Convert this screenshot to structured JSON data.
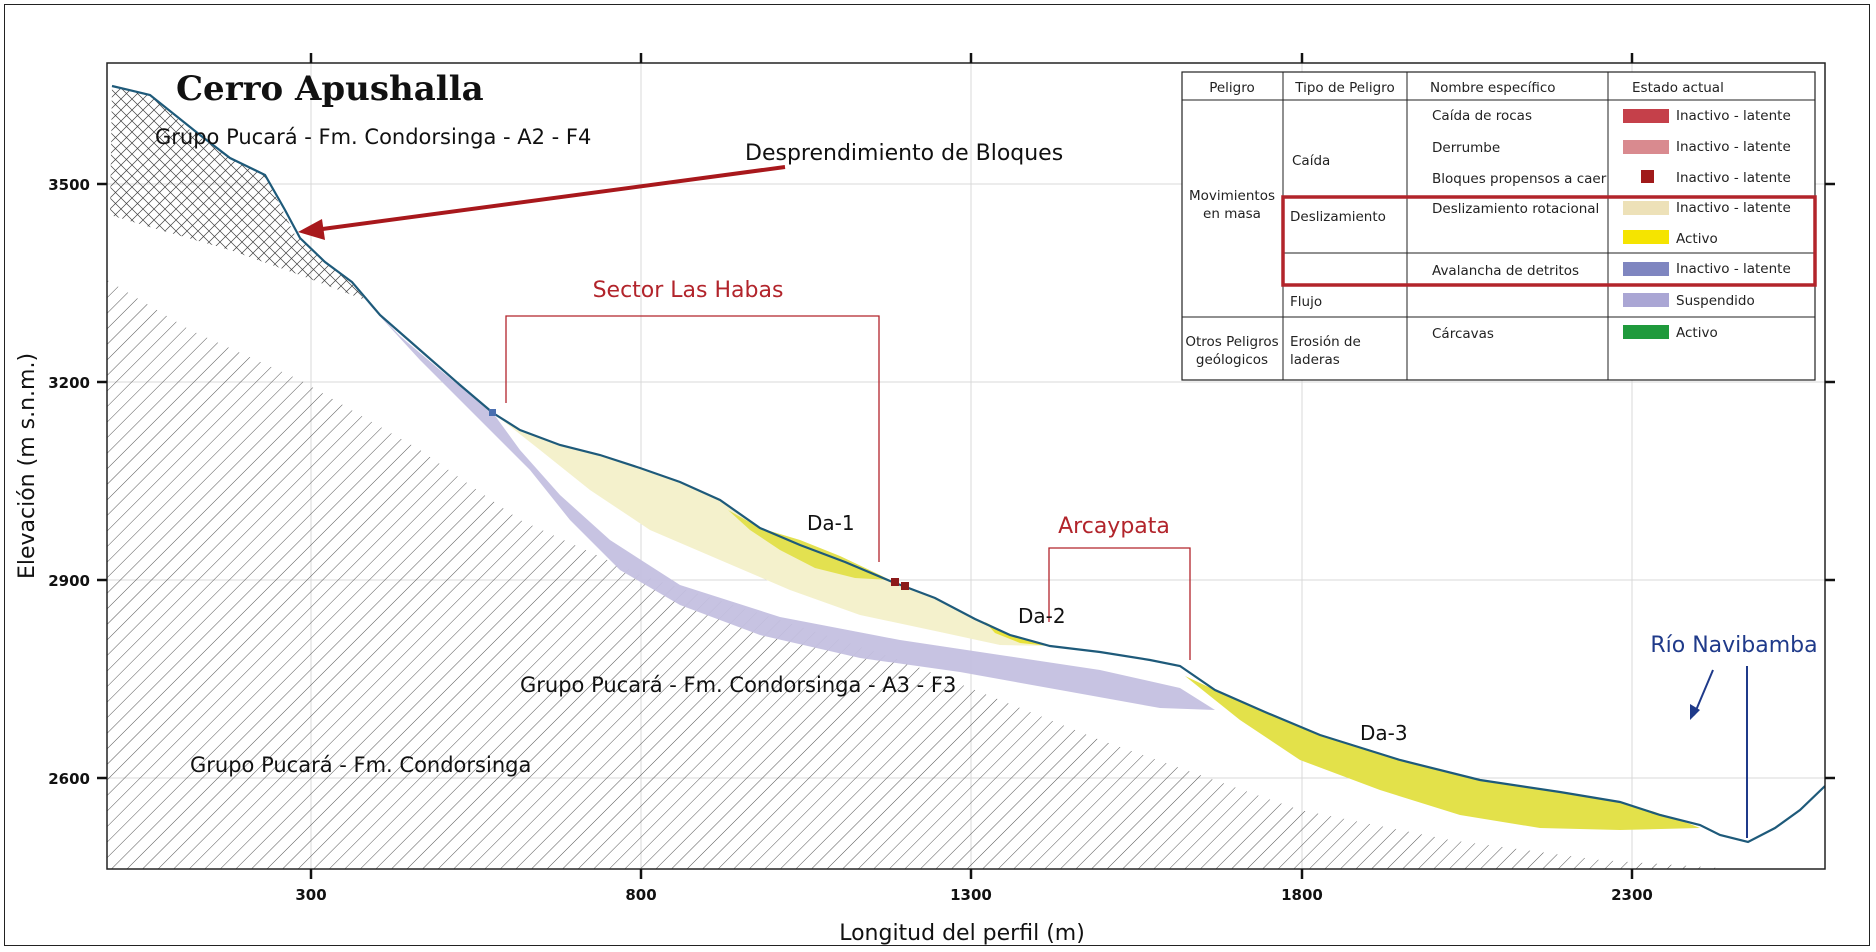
{
  "title": "Cerro Apushalla",
  "axes": {
    "xlabel": "Longitud del perfil (m)",
    "ylabel": "Elevación (m s.n.m.)",
    "xticks": [
      "300",
      "800",
      "1300",
      "1800",
      "2300"
    ],
    "yticks": [
      "3500",
      "3200",
      "2900",
      "2600"
    ]
  },
  "annotations": {
    "block_detachment": "Desprendimiento de Bloques",
    "sector_las_habas": "Sector Las Habas",
    "arcaypata": "Arcaypata",
    "da1": "Da-1",
    "da2": "Da-2",
    "da3": "Da-3",
    "rio": "Río Navibamba"
  },
  "units": {
    "unit_top": "Grupo Pucará - Fm. Condorsinga - A2 - F4",
    "unit_mid": "Grupo Pucará - Fm. Condorsinga - A3 - F3",
    "unit_base": "Grupo Pucará - Fm. Condorsinga"
  },
  "legend": {
    "headers": [
      "Peligro",
      "Tipo de Peligro",
      "Nombre específico",
      "Estado actual"
    ],
    "peligro_movimientos": [
      "Movimientos",
      "en masa"
    ],
    "peligro_otros": [
      "Otros Peligros",
      "geólogicos"
    ],
    "tipo_caida": "Caída",
    "tipo_deslizamiento": "Deslizamiento",
    "tipo_flujo": "Flujo",
    "tipo_erosion": [
      "Erosión de",
      "laderas"
    ],
    "nombre_caida_rocas": "Caída de rocas",
    "nombre_derrumbe": "Derrumbe",
    "nombre_bloques": "Bloques propensos a caer",
    "nombre_desliz_rot": "Deslizamiento rotacional",
    "nombre_avalancha": "Avalancha de detritos",
    "nombre_carcavas": "Cárcavas",
    "estado_1": "Inactivo - latente",
    "estado_2": "Inactivo - latente",
    "estado_3": "Inactivo - latente",
    "estado_4": "Inactivo - latente",
    "estado_5": "Activo",
    "estado_6": "Inactivo - latente",
    "estado_7": "Suspendido",
    "estado_8": "Activo",
    "colors": {
      "caida_rocas": "#c5404a",
      "derrumbe": "#d98a8f",
      "bloques": "#a01a1a",
      "desliz_inactivo": "#ede1b8",
      "desliz_activo": "#f5e400",
      "avalancha": "#7f86c0",
      "flujo_suspendido": "#aaa6d4",
      "carcavas": "#1f9a3c"
    }
  }
}
